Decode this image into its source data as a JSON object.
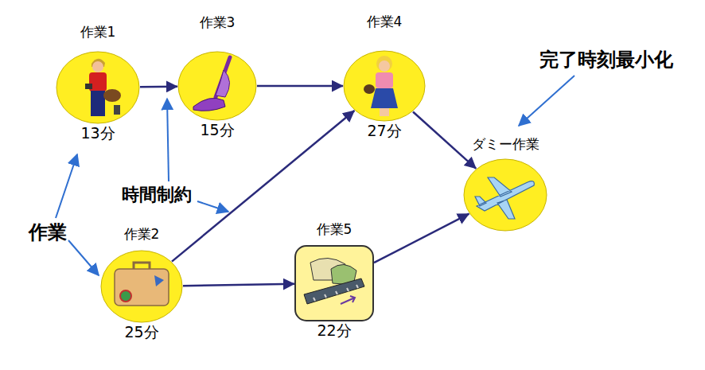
{
  "diagram": {
    "nodes": [
      {
        "text": [
          "作業1",
          "13分"
        ]
      },
      {
        "text": [
          "作業3",
          "15分"
        ]
      },
      {
        "text": [
          "作業4",
          "27分"
        ]
      },
      {
        "text": [
          "ダミー作業"
        ]
      },
      {
        "text": [
          "作業2",
          "25分"
        ]
      },
      {
        "text": [
          "作業5",
          "22分"
        ]
      }
    ],
    "edges": [
      {
        "from": 0,
        "to": 1,
        "arrow": "to"
      },
      {
        "from": 1,
        "to": 2,
        "arrow": "to"
      },
      {
        "from": 4,
        "to": 2,
        "arrow": "to"
      },
      {
        "from": 4,
        "to": 5,
        "arrow": "to"
      },
      {
        "from": 2,
        "to": 3,
        "arrow": "to"
      },
      {
        "from": 5,
        "to": 3,
        "arrow": "to"
      }
    ],
    "labels": [
      "完了時刻最小化",
      "時間制約",
      "作業"
    ]
  }
}
